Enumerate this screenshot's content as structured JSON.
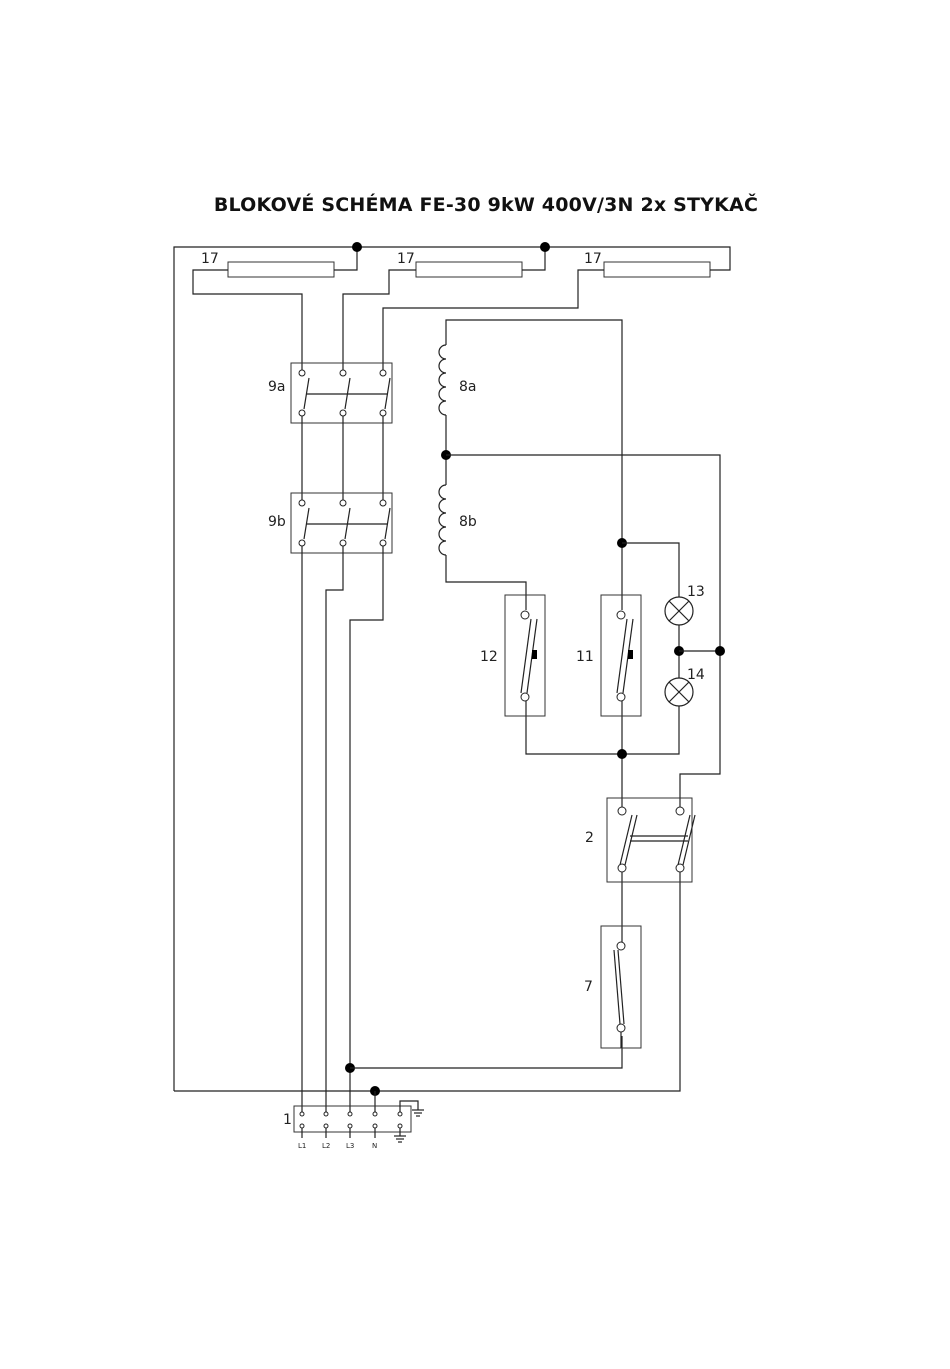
{
  "title": "BLOKOVÉ SCHÉMA FE-30 9kW 400V/3N 2x STYKAČ",
  "labels": {
    "heater_a": "17",
    "heater_b": "17",
    "heater_c": "17",
    "contactor_9a": "9a",
    "contactor_9b": "9b",
    "coil_8a": "8a",
    "coil_8b": "8b",
    "switch_12": "12",
    "switch_11": "11",
    "lamp_13": "13",
    "lamp_14": "14",
    "switch_2": "2",
    "switch_7": "7",
    "terminal_block": "1"
  },
  "terminals": [
    "L1",
    "L2",
    "L3",
    "N",
    "⏚"
  ]
}
